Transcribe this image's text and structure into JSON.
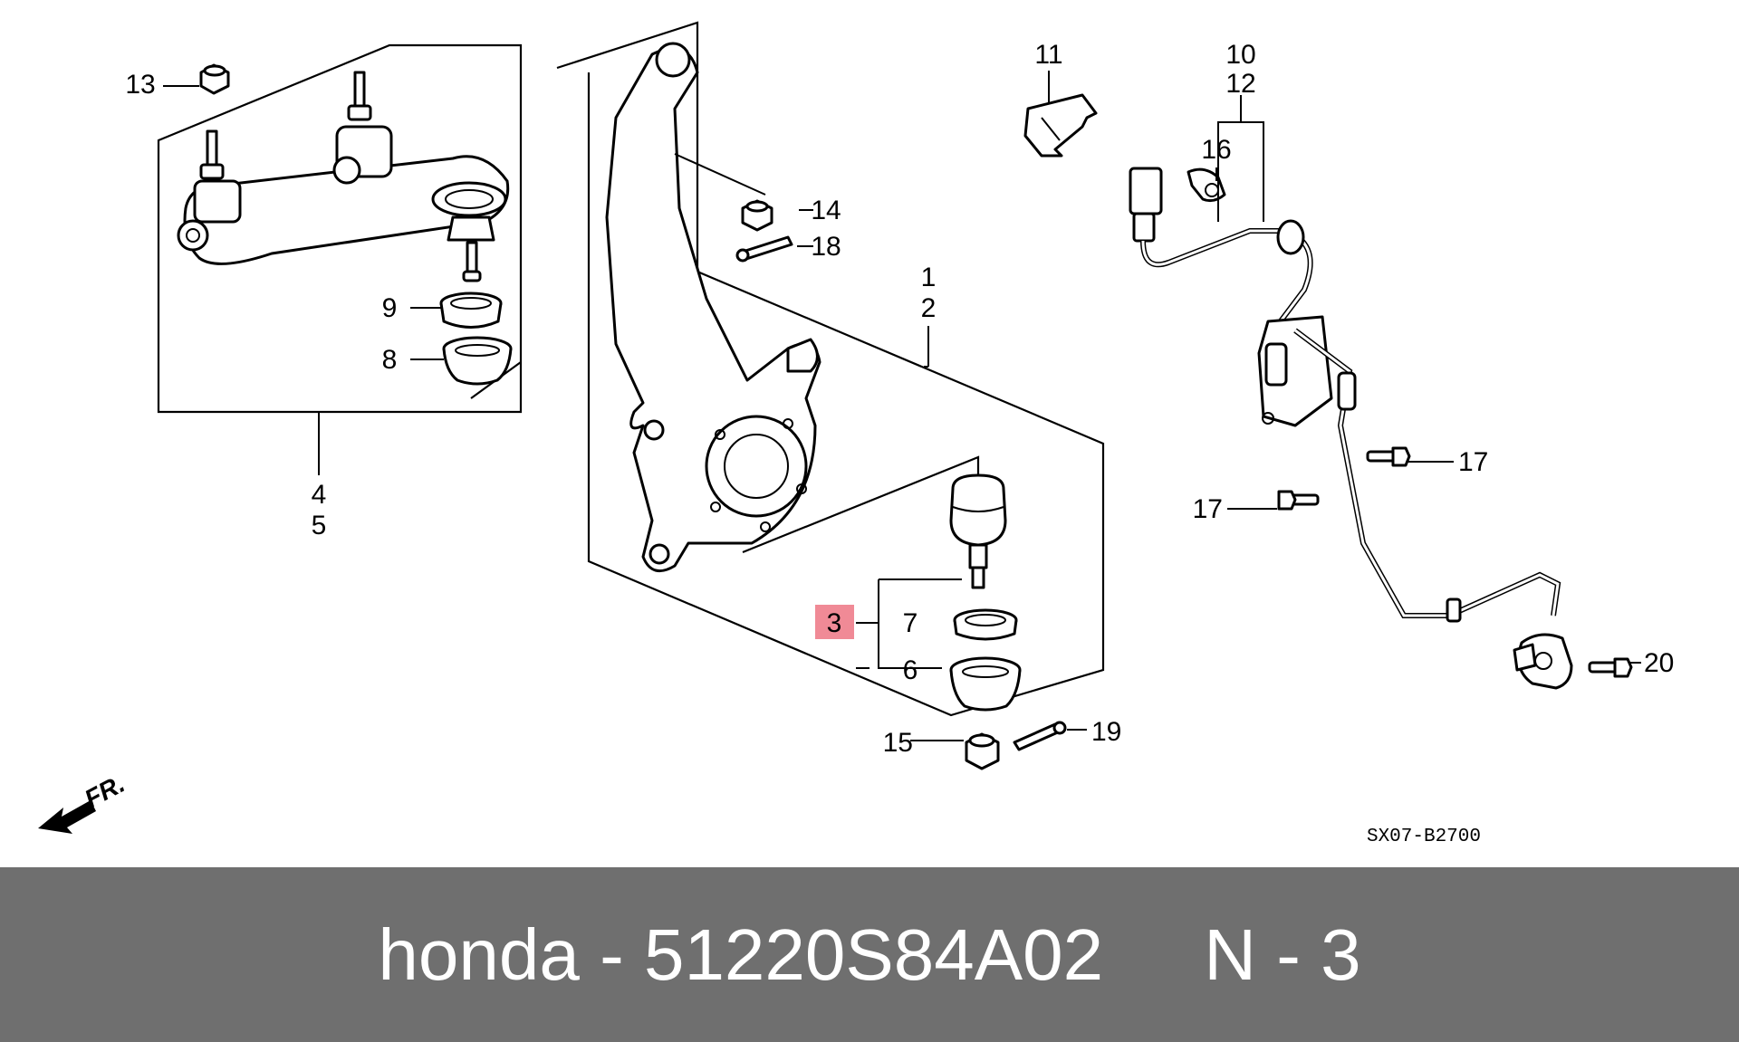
{
  "diagram": {
    "source_code": "SX07-B2700",
    "front_marker": "FR.",
    "highlighted_callout": "3",
    "highlight_color": "#f08a96",
    "callouts": {
      "c1": "1",
      "c2": "2",
      "c3": "3",
      "c4": "4",
      "c5": "5",
      "c6": "6",
      "c7": "7",
      "c8": "8",
      "c9": "9",
      "c10": "10",
      "c11": "11",
      "c12": "12",
      "c13": "13",
      "c14": "14",
      "c15": "15",
      "c16": "16",
      "c17a": "17",
      "c17b": "17",
      "c18": "18",
      "c19": "19",
      "c20": "20"
    }
  },
  "footer": {
    "text": "honda - 51220S84A02     N - 3",
    "background_color": "#6f6f6f",
    "text_color": "#ffffff"
  }
}
